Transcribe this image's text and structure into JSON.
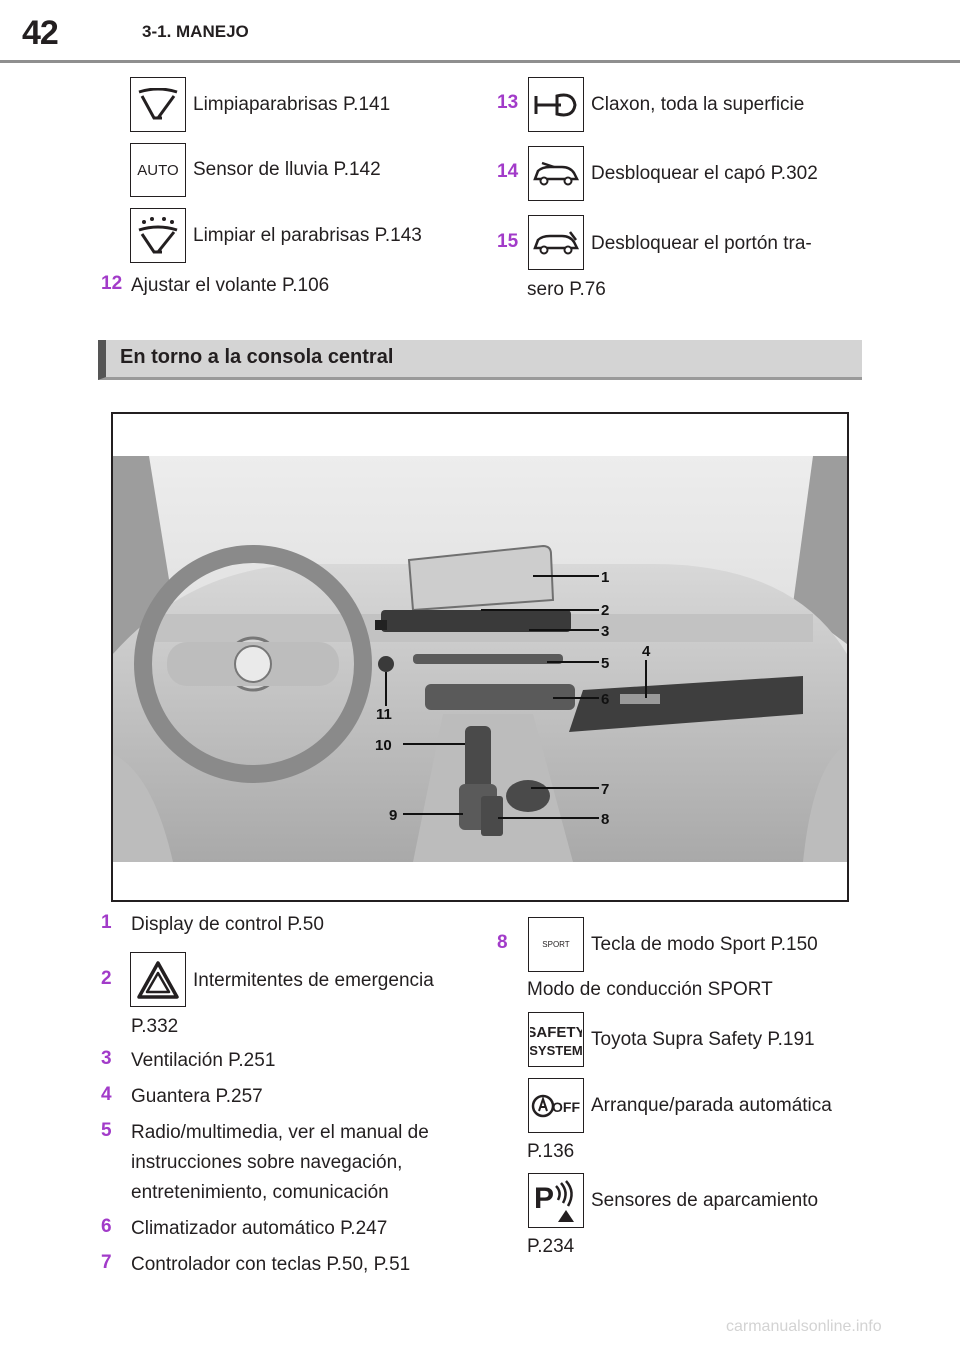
{
  "header": {
    "page_number": "42",
    "section_title": "3-1. MANEJO"
  },
  "top_left": {
    "items": [
      {
        "icon": "wiper-icon",
        "text": "Limpiaparabrisas P.141"
      },
      {
        "icon": "auto-icon",
        "icon_label": "AUTO",
        "text": "Sensor de lluvia P.142"
      },
      {
        "icon": "washer-icon",
        "text": "Limpiar el parabrisas P.143"
      }
    ],
    "item12": {
      "num": "12",
      "text": "Ajustar el volante P.106"
    }
  },
  "top_right": {
    "items": [
      {
        "num": "13",
        "icon": "horn-icon",
        "text": "Claxon, toda la superficie"
      },
      {
        "num": "14",
        "icon": "hood-icon",
        "text": "Desbloquear el capó P.302"
      },
      {
        "num": "15",
        "icon": "tailgate-icon",
        "text": "Desbloquear el portón tra-",
        "text2": "sero P.76"
      }
    ]
  },
  "section": {
    "title": "En torno a la consola central"
  },
  "figure": {
    "callouts": [
      "1",
      "2",
      "3",
      "4",
      "5",
      "6",
      "7",
      "8",
      "9",
      "10",
      "11"
    ]
  },
  "list_left": {
    "items": [
      {
        "num": "1",
        "lines": [
          "Display de control P.50"
        ]
      },
      {
        "num": "2",
        "icon": "hazard-icon",
        "lines": [
          "Intermitentes de emergencia",
          "P.332"
        ]
      },
      {
        "num": "3",
        "lines": [
          "Ventilación P.251"
        ]
      },
      {
        "num": "4",
        "lines": [
          "Guantera P.257"
        ]
      },
      {
        "num": "5",
        "lines": [
          "Radio/multimedia, ver el manual de",
          "instrucciones sobre navegación,",
          "entretenimiento, comunicación"
        ]
      },
      {
        "num": "6",
        "lines": [
          "Climatizador automático P.247"
        ]
      },
      {
        "num": "7",
        "lines": [
          "Controlador con teclas P.50, P.51"
        ]
      }
    ]
  },
  "list_right": {
    "num": "8",
    "items": [
      {
        "icon": "sport-icon",
        "icon_label": "SPORT",
        "lines": [
          "Tecla de modo Sport P.150",
          "Modo de conducción SPORT"
        ]
      },
      {
        "icon": "safety-system-icon",
        "icon_label": "SAFETY SYSTEM",
        "lines": [
          "Toyota Supra Safety P.191"
        ]
      },
      {
        "icon": "auto-start-stop-off-icon",
        "icon_label": "OFF",
        "lines": [
          "Arranque/parada automática",
          "P.136"
        ]
      },
      {
        "icon": "parking-sensor-icon",
        "lines": [
          "Sensores de aparcamiento",
          "P.234"
        ]
      }
    ]
  },
  "footer": {
    "watermark": "carmanualsonline.info"
  }
}
